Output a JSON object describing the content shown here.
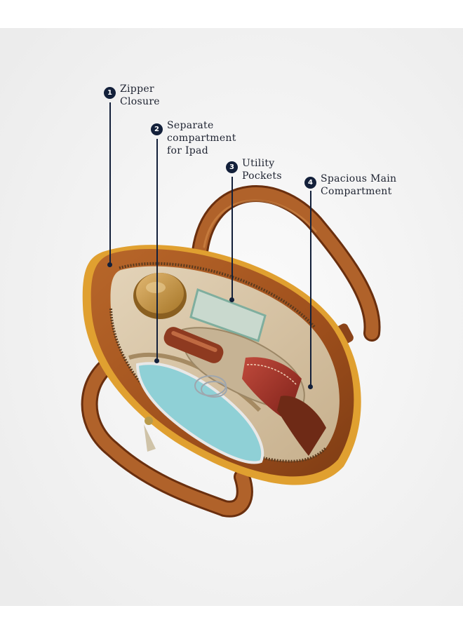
{
  "image": {
    "background_color": "#f3f3f3",
    "leather_color": "#a85a22",
    "lining_color": "#d9c6a8",
    "accent_color": "#e0a030"
  },
  "callouts": [
    {
      "number": "1",
      "lines": [
        "Zipper",
        "Closure"
      ]
    },
    {
      "number": "2",
      "lines": [
        "Separate",
        "compartment",
        "for Ipad"
      ]
    },
    {
      "number": "3",
      "lines": [
        "Utility",
        "Pockets"
      ]
    },
    {
      "number": "4",
      "lines": [
        "Spacious Main",
        "Compartment"
      ]
    }
  ]
}
